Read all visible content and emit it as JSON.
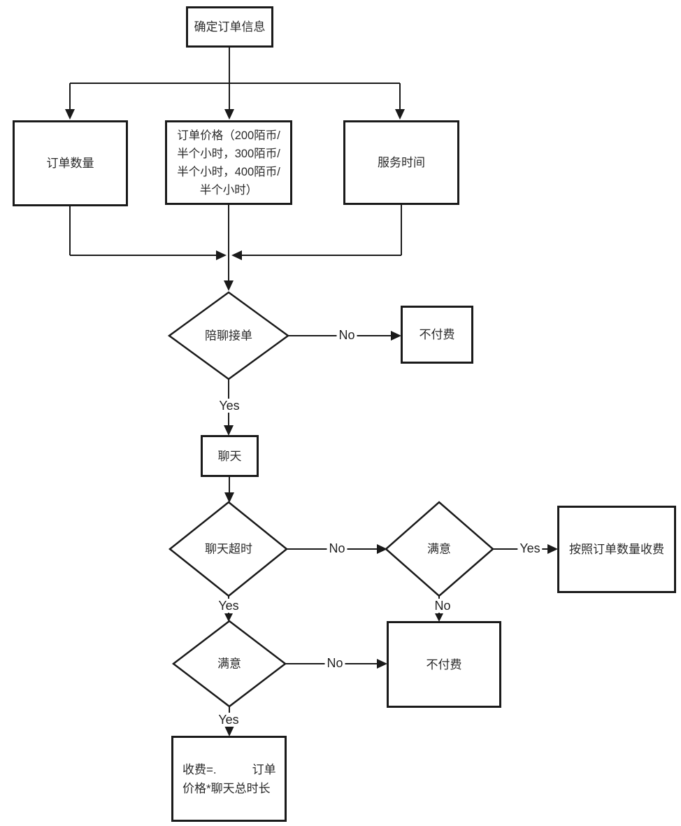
{
  "flowchart": {
    "nodes": {
      "confirm_order_info": {
        "label": "确定订单信息"
      },
      "order_quantity": {
        "label": "订单数量"
      },
      "order_price": {
        "label": "订单价格（200陌币/\n半个小时，300陌币/\n半个小时，400陌币/\n半个小时）"
      },
      "service_time": {
        "label": "服务时间"
      },
      "companion_accepts_order": {
        "label": "陪聊接单"
      },
      "no_payment_1": {
        "label": "不付费"
      },
      "chat": {
        "label": "聊天"
      },
      "chat_timeout": {
        "label": "聊天超时"
      },
      "satisfied_right": {
        "label": "满意"
      },
      "charge_by_order_quantity": {
        "label": "按照订单数量收费"
      },
      "no_payment_2": {
        "label": "不付费"
      },
      "satisfied_lower": {
        "label": "满意"
      },
      "charge_formula": {
        "label": "收费=.　　　订单\n价格*聊天总时长"
      }
    },
    "edge_labels": {
      "accept_no": "No",
      "accept_yes": "Yes",
      "timeout_no": "No",
      "timeout_yes": "Yes",
      "satisfied_right_yes": "Yes",
      "satisfied_right_no": "No",
      "satisfied_lower_no": "No",
      "satisfied_lower_yes": "Yes"
    },
    "colors": {
      "line": "#1a1a1a",
      "text": "#2a2a2a",
      "background": "#ffffff"
    }
  }
}
